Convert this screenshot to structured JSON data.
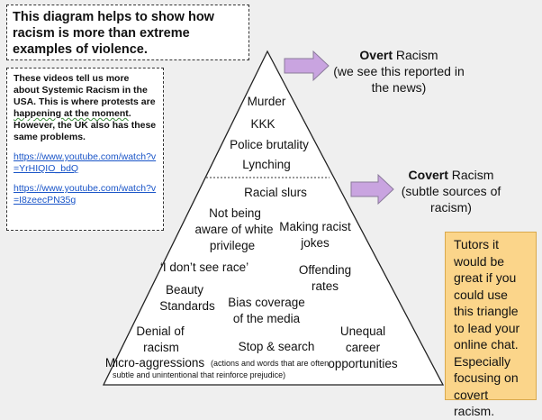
{
  "intro_text": "This diagram helps to show how racism is more than extreme examples of violence.",
  "videos": {
    "text_before": "These videos tell us more about Systemic Racism in the USA. This is where protests are ",
    "squiggle_text": "happening at the moment",
    "text_after": ". However, the UK also has these same problems.",
    "link1": "https://www.youtube.com/watch?v=YrHIQIO_bdQ",
    "link2": "https://www.youtube.com/watch?v=I8zeecPN35g"
  },
  "overt": {
    "bold": "Overt",
    "rest": " Racism",
    "sub": "(we see this reported in the news)"
  },
  "covert": {
    "bold": "Covert",
    "rest": " Racism",
    "sub": "(subtle sources of racism)"
  },
  "top_items": [
    "Murder",
    "KKK",
    "Police brutality",
    "Lynching"
  ],
  "bottom_items": {
    "racial_slurs": "Racial slurs",
    "not_aware_1": "Not being",
    "not_aware_2": "aware of white",
    "not_aware_3": "privilege",
    "making_jokes_1": "Making racist",
    "making_jokes_2": "jokes",
    "dont_see_race": "‘I don’t see race’",
    "offending_1": "Offending",
    "offending_2": "rates",
    "beauty_1": "Beauty",
    "beauty_2": "Standards",
    "bias_1": "Bias coverage",
    "bias_2": "of the media",
    "denial_1": "Denial of",
    "denial_2": "racism",
    "stop_search": "Stop & search",
    "unequal_1": "Unequal",
    "unequal_2": "career",
    "unequal_3": "opportunities",
    "micro": "Micro-aggressions",
    "micro_note_1": "(actions and words that are often",
    "micro_note_2": "subtle and unintentional that reinforce prejudice)"
  },
  "tutor_note": "Tutors it would be great if you could use this triangle to lead your online chat. Especially focusing on covert racism.",
  "colors": {
    "arrow_fill": "#c9a4e0",
    "arrow_stroke": "#8a7a9a",
    "tutor_bg": "#fbd58a",
    "link": "#1a55c8"
  }
}
